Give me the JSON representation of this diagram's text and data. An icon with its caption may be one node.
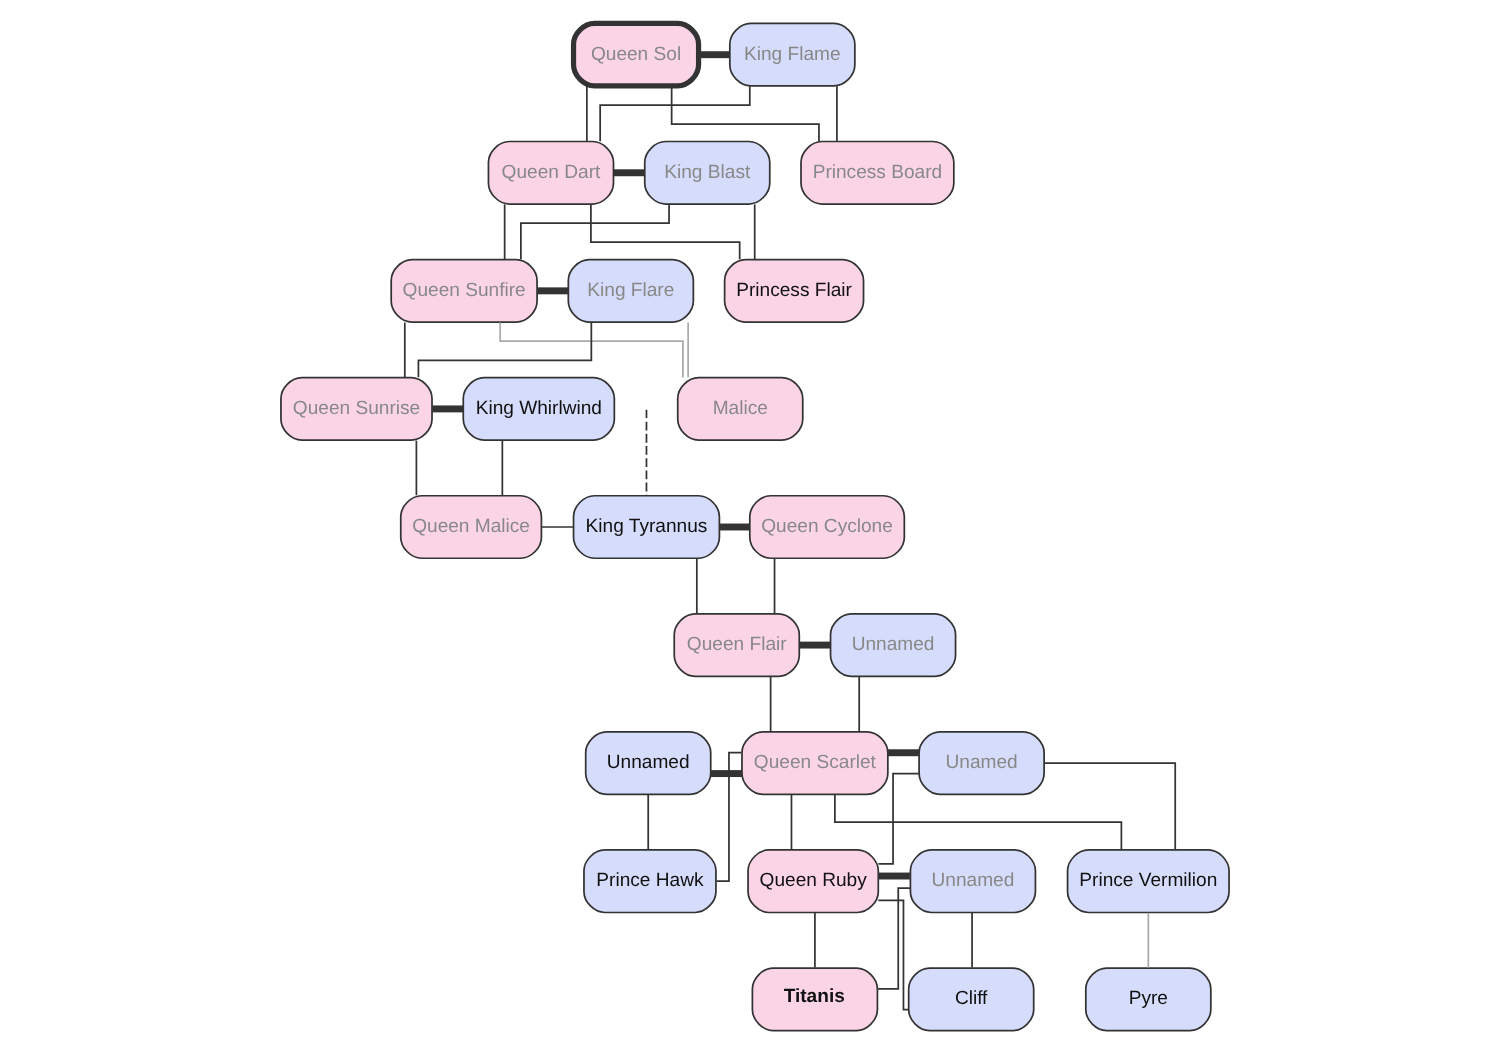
{
  "diagram": {
    "nodes": [
      {
        "text": [
          "Queen Sol"
        ]
      },
      {
        "text": [
          "King Flame"
        ]
      },
      {
        "text": [
          "Queen Dart"
        ]
      },
      {
        "text": [
          "King Blast"
        ]
      },
      {
        "text": [
          "Princess Board"
        ]
      },
      {
        "text": [
          "Queen Sunfire"
        ]
      },
      {
        "text": [
          "King Flare"
        ]
      },
      {
        "text": [
          "Princess Flair"
        ]
      },
      {
        "text": [
          "Queen Sunrise"
        ]
      },
      {
        "text": [
          "King Whirlwind"
        ]
      },
      {
        "text": [
          "Malice"
        ]
      },
      {
        "text": [
          "Queen Malice"
        ]
      },
      {
        "text": [
          "King Tyrannus"
        ]
      },
      {
        "text": [
          "Queen Cyclone"
        ]
      },
      {
        "text": [
          "Queen Flair"
        ]
      },
      {
        "text": [
          "Unnamed"
        ]
      },
      {
        "text": [
          "Unnamed"
        ]
      },
      {
        "text": [
          "Queen Scarlet"
        ]
      },
      {
        "text": [
          "Unamed"
        ]
      },
      {
        "text": [
          "Prince Hawk"
        ]
      },
      {
        "text": [
          "Queen Ruby"
        ]
      },
      {
        "text": [
          "Unnamed"
        ]
      },
      {
        "text": [
          "Prince Vermilion"
        ]
      },
      {
        "text": [
          "Cliff"
        ]
      },
      {
        "text": [
          "Titanis"
        ]
      },
      {
        "text": [
          "Pyre"
        ]
      }
    ],
    "edges": [
      {
        "from": 0,
        "to": 1,
        "arrow": "none",
        "style": "thick"
      },
      {
        "from": 0,
        "to": 2,
        "arrow": "none"
      },
      {
        "from": 1,
        "to": 2,
        "arrow": "none"
      },
      {
        "from": 0,
        "to": 4,
        "arrow": "none"
      },
      {
        "from": 1,
        "to": 4,
        "arrow": "none"
      },
      {
        "from": 2,
        "to": 3,
        "arrow": "none",
        "style": "thick"
      },
      {
        "from": 2,
        "to": 5,
        "arrow": "none"
      },
      {
        "from": 3,
        "to": 5,
        "arrow": "none"
      },
      {
        "from": 2,
        "to": 7,
        "arrow": "none"
      },
      {
        "from": 3,
        "to": 7,
        "arrow": "none"
      },
      {
        "from": 5,
        "to": 6,
        "arrow": "none",
        "style": "thick"
      },
      {
        "from": 5,
        "to": 8,
        "arrow": "none"
      },
      {
        "from": 6,
        "to": 8,
        "arrow": "none"
      },
      {
        "from": 5,
        "to": 10,
        "arrow": "none",
        "color": "#aaaaaa"
      },
      {
        "from": 6,
        "to": 10,
        "arrow": "none",
        "color": "#aaaaaa"
      },
      {
        "from": 8,
        "to": 9,
        "arrow": "none",
        "style": "thick"
      },
      {
        "from": 8,
        "to": 11,
        "arrow": "none"
      },
      {
        "from": 9,
        "to": 11,
        "arrow": "none"
      },
      {
        "from": null,
        "to": 12,
        "arrow": "none",
        "style": "dashed"
      },
      {
        "from": 11,
        "to": 12,
        "arrow": "none"
      },
      {
        "from": 12,
        "to": 13,
        "arrow": "none",
        "style": "thick"
      },
      {
        "from": 12,
        "to": 14,
        "arrow": "none"
      },
      {
        "from": 13,
        "to": 14,
        "arrow": "none"
      },
      {
        "from": 14,
        "to": 15,
        "arrow": "none",
        "style": "thick"
      },
      {
        "from": 14,
        "to": 17,
        "arrow": "none"
      },
      {
        "from": 15,
        "to": 17,
        "arrow": "none"
      },
      {
        "from": 16,
        "to": 17,
        "arrow": "none",
        "style": "thick"
      },
      {
        "from": 17,
        "to": 18,
        "arrow": "none",
        "style": "thick"
      },
      {
        "from": 16,
        "to": 19,
        "arrow": "none"
      },
      {
        "from": 17,
        "to": 19,
        "arrow": "none"
      },
      {
        "from": 17,
        "to": 20,
        "arrow": "none"
      },
      {
        "from": 18,
        "to": 20,
        "arrow": "none"
      },
      {
        "from": 17,
        "to": 22,
        "arrow": "none"
      },
      {
        "from": 18,
        "to": 22,
        "arrow": "none"
      },
      {
        "from": 20,
        "to": 21,
        "arrow": "none",
        "style": "thick"
      },
      {
        "from": 20,
        "to": 23,
        "arrow": "none"
      },
      {
        "from": 21,
        "to": 23,
        "arrow": "none"
      },
      {
        "from": 20,
        "to": 24,
        "arrow": "none"
      },
      {
        "from": 21,
        "to": 24,
        "arrow": "none"
      },
      {
        "from": 22,
        "to": 25,
        "arrow": "none",
        "color": "#aaaaaa"
      }
    ]
  }
}
